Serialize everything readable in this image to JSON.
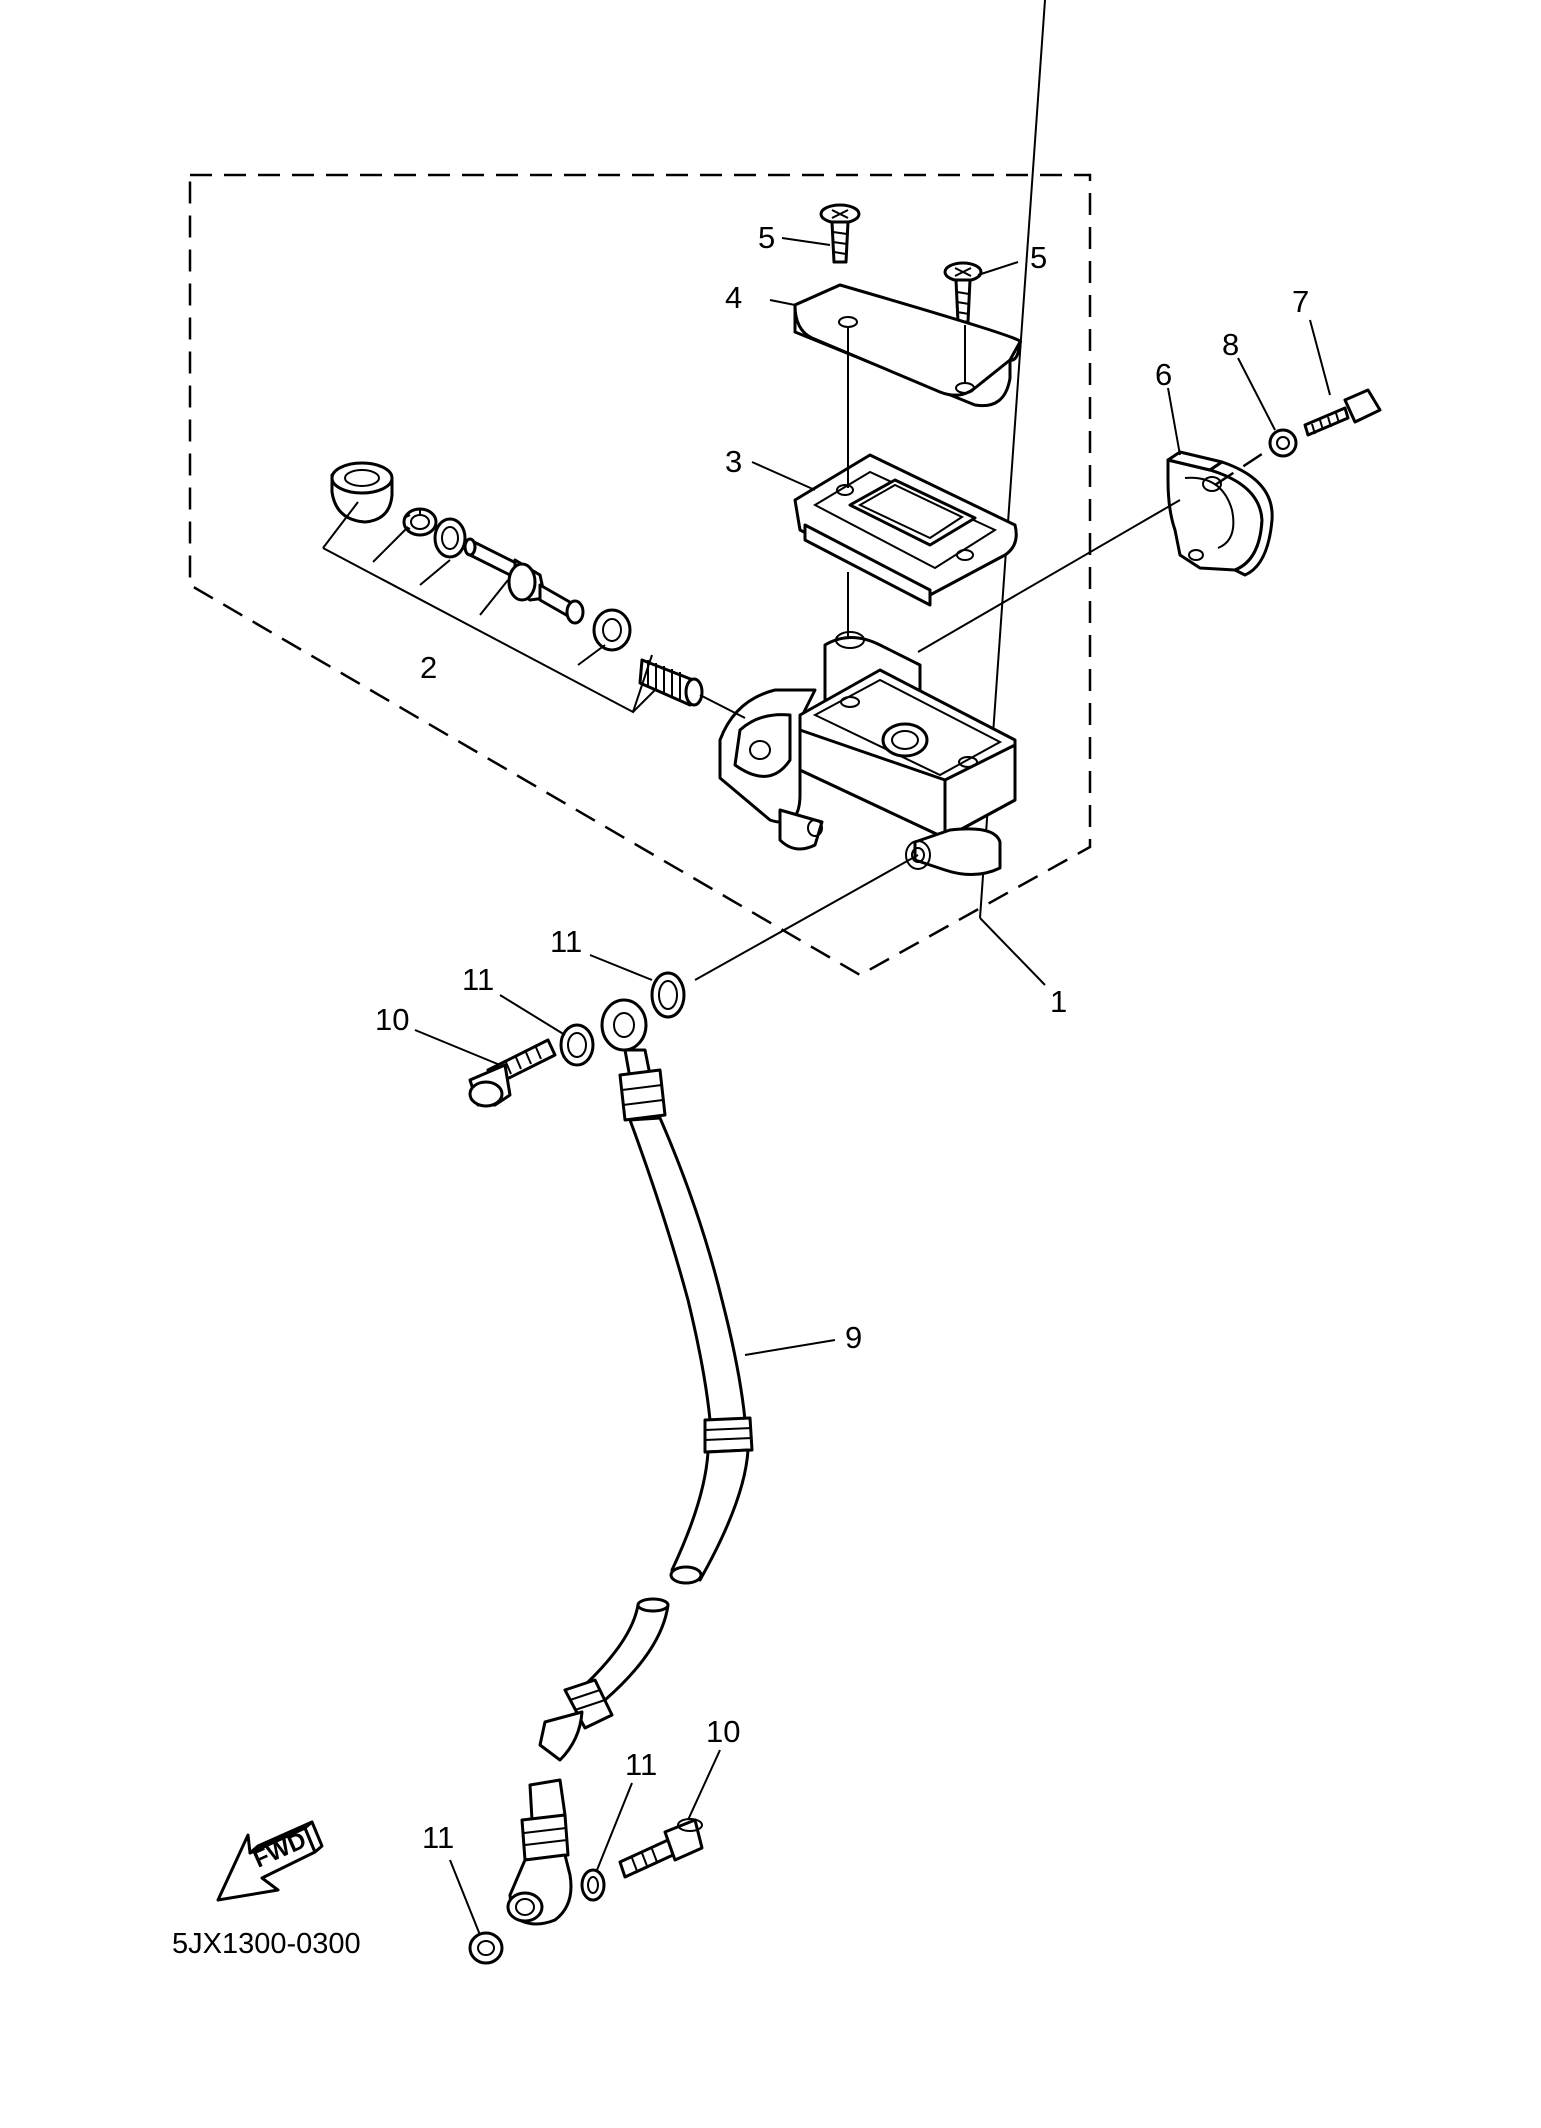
{
  "labels": {
    "p1": "1",
    "p2": "2",
    "p3": "3",
    "p4": "4",
    "p5a": "5",
    "p5b": "5",
    "p6": "6",
    "p7": "7",
    "p8": "8",
    "p9": "9",
    "p10a": "10",
    "p10b": "10",
    "p11a": "11",
    "p11b": "11",
    "p11c": "11",
    "p11d": "11"
  },
  "fwd_arrow": {
    "text": "FWD",
    "icon": "fwd-arrow-icon"
  },
  "diagram_code": "5JX1300-0300"
}
